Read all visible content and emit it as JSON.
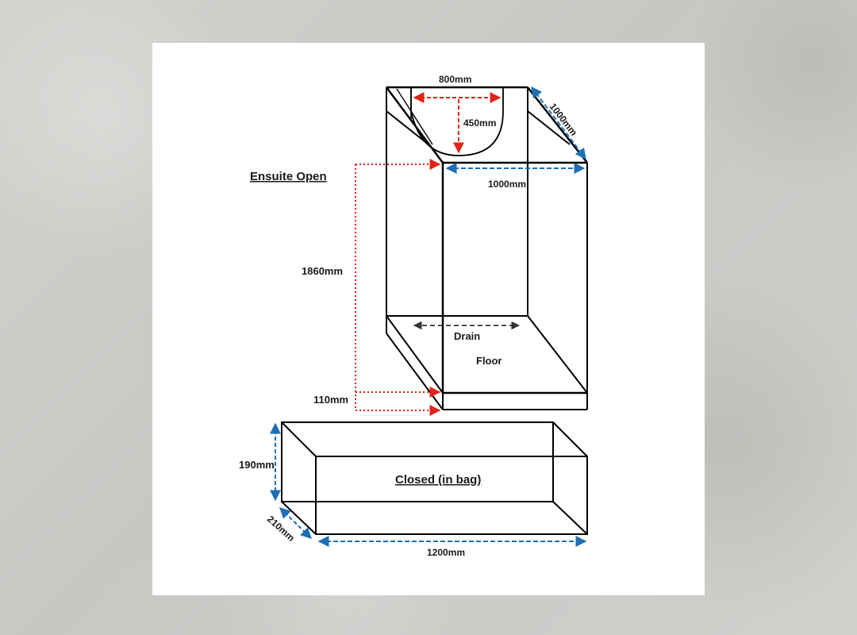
{
  "diagram": {
    "open_title": "Ensuite Open",
    "closed_title": "Closed (in bag)",
    "labels": {
      "top_width": "800mm",
      "top_depth": "1000mm",
      "door_depth": "450mm",
      "front_width": "1000mm",
      "height": "1860mm",
      "floor_height": "110mm",
      "drain": "Drain",
      "floor": "Floor",
      "bag_height": "190mm",
      "bag_depth": "210mm",
      "bag_length": "1200mm"
    },
    "colors": {
      "outline": "#000000",
      "red_dimension": "#e0241b",
      "blue_dimension": "#1f6fb5",
      "drain_dimension": "#333333"
    }
  }
}
